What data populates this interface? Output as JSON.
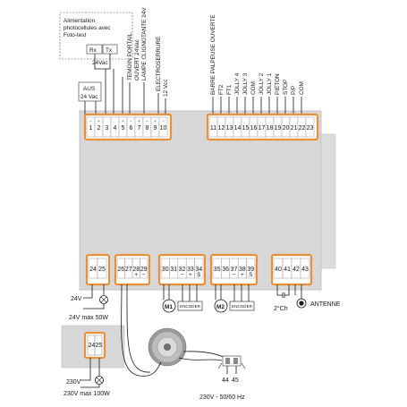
{
  "diagram": {
    "photocell_box": {
      "title_line1": "Alimentation",
      "title_line2": "photocellules avec",
      "title_line3": "Foto-test",
      "rx": "Rx",
      "tx": "Tx",
      "voltage": "24Vac"
    },
    "aus_box": {
      "line1": "AUS",
      "line2": "24 Vac"
    },
    "top_left_terminals": [
      "1",
      "2",
      "3",
      "4",
      "5",
      "6",
      "7",
      "8",
      "9",
      "10"
    ],
    "top_left_signs": [
      "−",
      "+",
      "",
      "",
      "+",
      "−",
      "+",
      "−",
      "+",
      "−"
    ],
    "top_left_labels": [
      "TEMOIN PORTAIL",
      "OUVERT 24Vac",
      "LAMPE CLIGNOTANTE 24V",
      "ELECTROSERRURE",
      "12 Vcc"
    ],
    "top_right_terminals": [
      "11",
      "12",
      "13",
      "14",
      "15",
      "16",
      "17",
      "18",
      "19",
      "20",
      "21",
      "22",
      "23"
    ],
    "top_right_labels": [
      "BARRE PALPEUSE OUVERTE",
      "FT2",
      "FT1",
      "JOLLY 4",
      "JOLLY 3",
      "COM",
      "JOLLY 2",
      "JOLLY 1",
      "PIETON",
      "STOP",
      "P/P",
      "COM"
    ],
    "bottom_blocks": {
      "b1": [
        "24",
        "25"
      ],
      "b2": [
        "26",
        "27",
        "28",
        "29"
      ],
      "b2_signs": [
        "+",
        "−"
      ],
      "b3": [
        "30",
        "31",
        "32",
        "33",
        "34"
      ],
      "b3_signs": [
        "−",
        "+",
        "S"
      ],
      "b4": [
        "35",
        "36",
        "37",
        "38",
        "39"
      ],
      "b4_signs": [
        "−",
        "+",
        "S"
      ],
      "b5": [
        "40",
        "41",
        "42",
        "43"
      ]
    },
    "motor1": "M1",
    "motor2": "M2",
    "encoder": "ENCODER",
    "ch2": "2°Ch",
    "antenna": "ANTENNE",
    "lamp_24v_label": "24V",
    "lamp_24v_max": "24V max 50W",
    "aux_block": [
      "24",
      "25"
    ],
    "lamp_230v_label": "230V",
    "lamp_230v_max": "230V max 100W",
    "mains_terminals": [
      "44",
      "45"
    ],
    "mains_label": "230V - 50/60 Hz"
  }
}
